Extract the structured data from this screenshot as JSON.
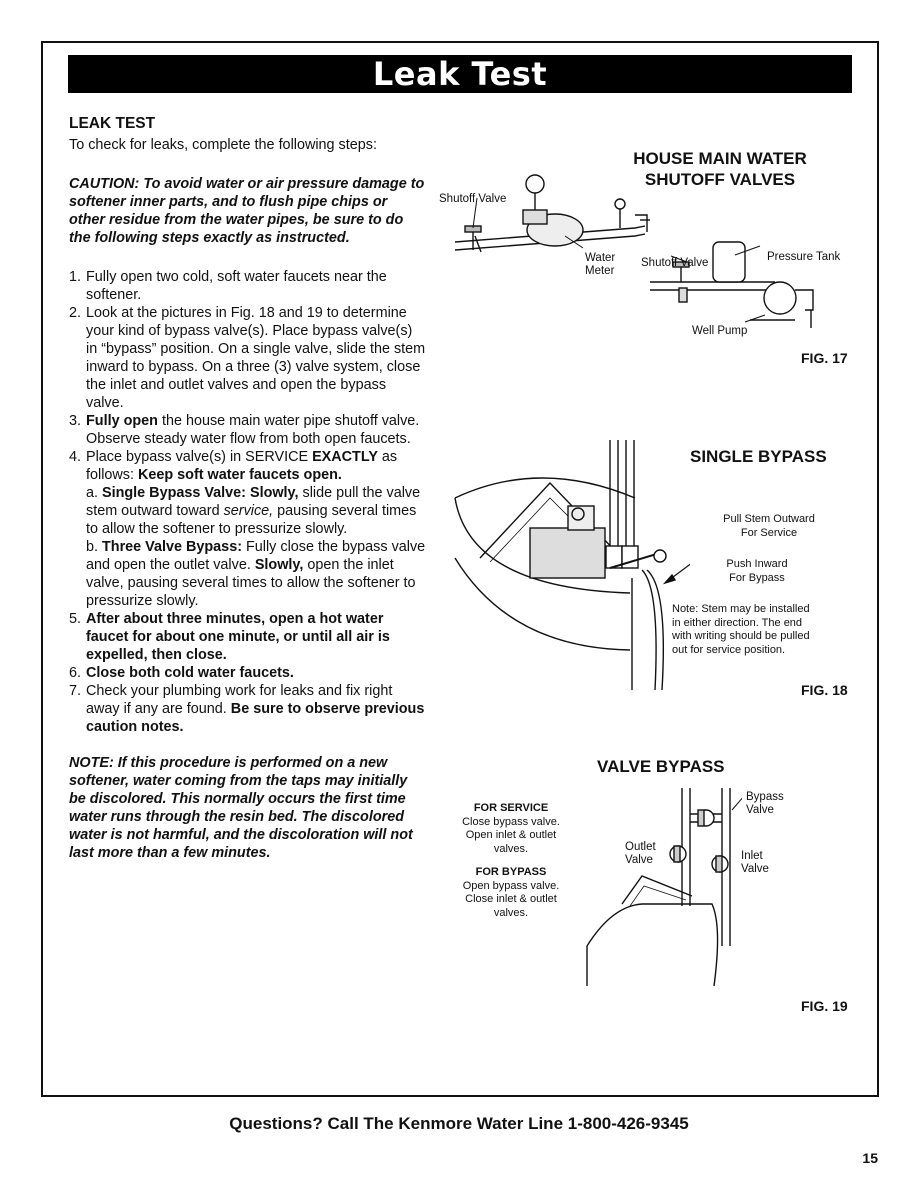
{
  "banner_title": "Leak Test",
  "section_heading": "LEAK TEST",
  "intro": "To check for leaks, complete the following steps:",
  "caution": "CAUTION: To avoid water or air pressure damage to softener inner parts, and to flush pipe chips or other residue from the water pipes, be sure to do the following steps exactly as instructed.",
  "steps": {
    "s1": {
      "num": "1.",
      "text": "Fully open two cold, soft water faucets near the softener."
    },
    "s2": {
      "num": "2.",
      "text": "Look at the pictures in Fig. 18 and 19 to determine your kind of bypass valve(s). Place bypass valve(s) in “bypass” position. On a single valve, slide the stem inward to bypass. On a three (3) valve system, close the inlet and outlet valves and open the bypass valve."
    },
    "s3": {
      "num": "3.",
      "bold": "Fully open",
      "text": " the house main water pipe shutoff valve. Observe steady water flow from both open faucets."
    },
    "s4": {
      "num": "4.",
      "text": "Place bypass valve(s) in SERVICE ",
      "bold1": "EXACTLY",
      "text2": " as follows: ",
      "bold2": "Keep soft water faucets open.",
      "a_prefix": "a. ",
      "a_bold": "Single Bypass Valve: Slowly,",
      "a_text": " slide pull the valve stem outward toward ",
      "a_italic": "service,",
      "a_text2": " pausing several times to allow the softener to pressurize slowly.",
      "b_prefix": "b. ",
      "b_bold": "Three Valve Bypass:",
      "b_text": " Fully close the bypass valve and open the outlet valve. ",
      "b_bold2": "Slowly,",
      "b_text2": " open the inlet valve, pausing several times to allow the softener to pressurize slowly."
    },
    "s5": {
      "num": "5.",
      "bold": "After about three minutes, open a hot water faucet for about one minute, or until all air is expelled, then close."
    },
    "s6": {
      "num": "6.",
      "bold": "Close both cold water faucets."
    },
    "s7": {
      "num": "7.",
      "text": "Check your plumbing work for leaks and fix right away if any are found. ",
      "bold": "Be sure to observe previous caution notes."
    }
  },
  "note": "NOTE: If this procedure is performed on a new softener, water coming from the taps may initially be discolored. This normally occurs the first time water runs through the resin bed. The discolored water is not harmful, and the discoloration will not last more than a few minutes.",
  "fig17": {
    "title_line1": "HOUSE MAIN WATER",
    "title_line2": "SHUTOFF VALVES",
    "shutoff_valve_1": "Shutoff Valve",
    "water_meter_1": "Water",
    "water_meter_2": "Meter",
    "shutoff_valve_2": "Shutoff Valve",
    "pressure_tank": "Pressure Tank",
    "well_pump": "Well Pump",
    "label": "FIG. 17"
  },
  "fig18": {
    "title": "SINGLE BYPASS",
    "pull_1": "Pull Stem Outward",
    "pull_2": "For Service",
    "push_1": "Push Inward",
    "push_2": "For Bypass",
    "note_1": "Note: Stem may be installed",
    "note_2": "in either direction. The end",
    "note_3": "with writing should be pulled",
    "note_4": "out for service position.",
    "label": "FIG. 18"
  },
  "fig19": {
    "title": "VALVE BYPASS",
    "service_heading": "FOR SERVICE",
    "service_1": "Close bypass valve.",
    "service_2": "Open inlet & outlet",
    "service_3": "valves.",
    "bypass_heading": "FOR BYPASS",
    "bypass_1": "Open bypass valve.",
    "bypass_2": "Close inlet & outlet",
    "bypass_3": "valves.",
    "bypass_valve_1": "Bypass",
    "bypass_valve_2": "Valve",
    "outlet_1": "Outlet",
    "outlet_2": "Valve",
    "inlet_1": "Inlet",
    "inlet_2": "Valve",
    "label": "FIG. 19"
  },
  "footer": "Questions? Call The Kenmore Water Line 1-800-426-9345",
  "page_number": "15"
}
